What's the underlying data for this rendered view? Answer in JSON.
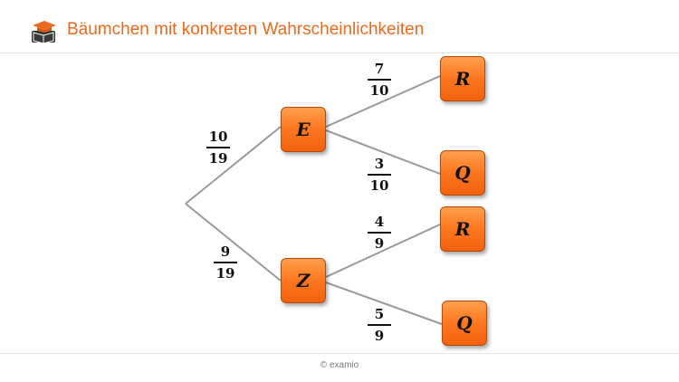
{
  "header": {
    "title": "Bäumchen mit konkreten Wahrscheinlichkeiten",
    "logo_icon": "graduation-cap-book-icon",
    "accent_color": "#ea6a1f"
  },
  "tree": {
    "nodes": {
      "E": "E",
      "Z": "Z",
      "ER": "R",
      "EQ": "Q",
      "ZR": "R",
      "ZQ": "Q"
    },
    "probabilities": {
      "E": {
        "num": "10",
        "den": "19"
      },
      "Z": {
        "num": "9",
        "den": "19"
      },
      "ER": {
        "num": "7",
        "den": "10"
      },
      "EQ": {
        "num": "3",
        "den": "10"
      },
      "ZR": {
        "num": "4",
        "den": "9"
      },
      "ZQ": {
        "num": "5",
        "den": "9"
      }
    },
    "node_color": "#ff7a22"
  },
  "footer": {
    "copyright": "© examio"
  }
}
